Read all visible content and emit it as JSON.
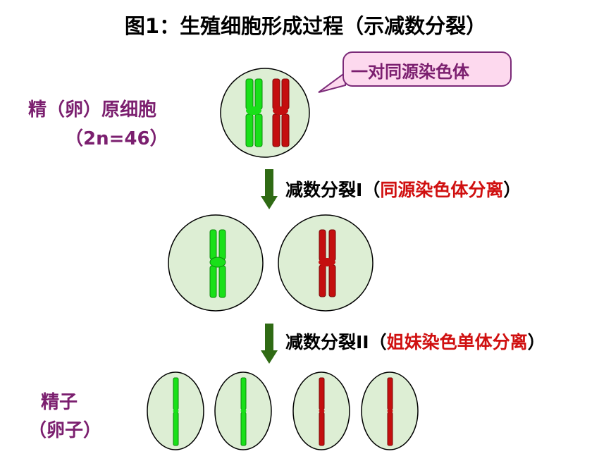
{
  "title": "图1：生殖细胞形成过程（示减数分裂）",
  "callout": "一对同源染色体",
  "labels": {
    "parent_line1": "精（卵）原细胞",
    "parent_line2": "（2n=46）",
    "gamete_line1": "精子",
    "gamete_line2": "（卵子）"
  },
  "steps": {
    "meiosis1_name": "减数分裂I",
    "meiosis1_open": "（",
    "meiosis1_detail": "同源染色体分离",
    "meiosis1_close": "）",
    "meiosis2_name": "减数分裂II",
    "meiosis2_open": "（",
    "meiosis2_detail": "姐妹染色单体分离",
    "meiosis2_close": "）"
  },
  "colors": {
    "cell_fill": "#ddeed4",
    "green_chromosome": "#19e019",
    "red_chromosome": "#c40f0f",
    "arrow": "#2f6a14",
    "label": "#7b1f6f",
    "detail_text": "#d01010"
  }
}
